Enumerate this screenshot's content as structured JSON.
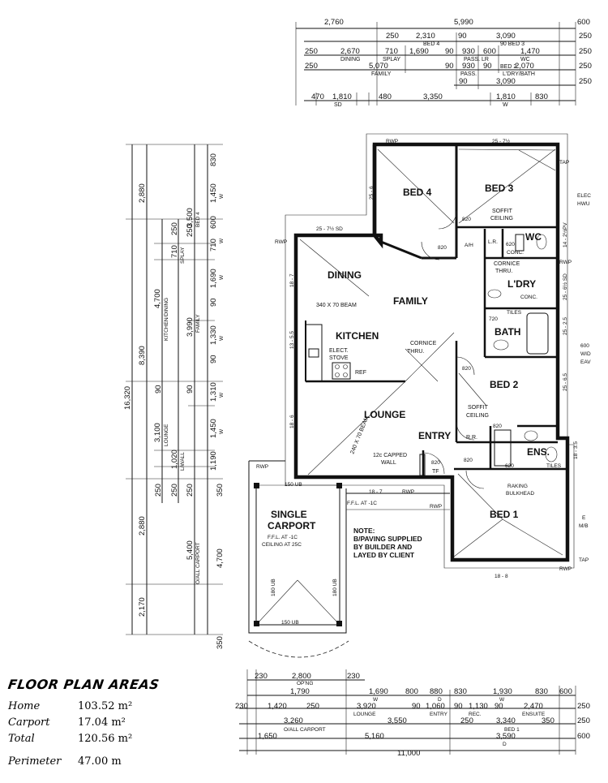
{
  "rooms": {
    "bed4": "BED 4",
    "bed3": "BED 3",
    "dining": "DINING",
    "family": "FAMILY",
    "kitchen": "KITCHEN",
    "lounge": "LOUNGE",
    "entry": "ENTRY",
    "bed2": "BED 2",
    "bath": "BATH",
    "ldry": "L'DRY",
    "wc": "WC",
    "ens": "ENS.",
    "bed1": "BED 1",
    "carport1": "SINGLE",
    "carport2": "CARPORT"
  },
  "labels": {
    "soffit1": "SOFFIT",
    "ceiling1": "CEILING",
    "soffit2": "SOFFIT",
    "ceiling2": "CEILING",
    "beam340": "340 X 70 BEAM",
    "beam240": "240 X 70 BEAM",
    "elect": "ELECT.",
    "stove": "STOVE",
    "ref": "REF",
    "cornice1": "CORNICE",
    "thru1": "THRU.",
    "cornice2": "CORNICE",
    "thru2": "THRU.",
    "capped1": "12c CAPPED",
    "capped2": "WALL",
    "tf": "TF",
    "rr": "R.R.",
    "tiles1": "TILES",
    "tiles2": "TILES",
    "lr": "L.R.",
    "ah": "A/H",
    "conc1": "CONC.",
    "conc2": "CONC.",
    "raking1": "RAKING",
    "raking2": "BULKHEAD",
    "ffl1": "F.F.L. AT -1C",
    "ffl2": "F.F.L. AT -1C",
    "ceiling25": "CEILING AT 25C",
    "ub150a": "150 UB",
    "ub150b": "150 UB",
    "ub180a": "180 UB",
    "ub180b": "180 UB",
    "note1": "NOTE:",
    "note2": "B/PAVING SUPPLIED",
    "note3": "BY BUILDER AND",
    "note4": "LAYED BY CLIENT",
    "tap1": "TAP",
    "tap2": "TAP",
    "elec": "ELEC",
    "hwu": "HWU",
    "wiz1": "600",
    "wiz2": "WID",
    "wiz3": "EAV",
    "mb1": "E",
    "mb2": "M/B"
  },
  "rwp": [
    "RWP",
    "RWP",
    "RWP",
    "RWP",
    "RWP",
    "RWP",
    "RWP"
  ],
  "doors": [
    "820",
    "820",
    "820",
    "720",
    "620",
    "620",
    "820",
    "820",
    "820",
    "820"
  ],
  "slopes": {
    "roof_top": "25 - 7½",
    "dining_top": "25 - 7½ SD",
    "bed4_side": "25 - 6",
    "dining_side": "18 - 7",
    "kitchen_side": "13 - 5.5",
    "lounge_side": "18 - 6",
    "r1": "14 - 2½PV",
    "r2": "25 - 6½ SD",
    "r3": "25 - 2.5",
    "r4": "25 - 6.5",
    "r5": "18 - 3.5",
    "lounge_bottom": "18 - 7",
    "bed1_bottom": "18 - 8"
  },
  "top_dims": {
    "row1": [
      "2,760",
      "5,990",
      "600"
    ],
    "row2": [
      "250",
      "2,310",
      "90",
      "3,090",
      "250"
    ],
    "row2_sub": [
      "BED 4",
      "90 BED 3"
    ],
    "row3": [
      "250",
      "2,670",
      "710",
      "1,690",
      "90",
      "930",
      "600",
      "1,470",
      "250"
    ],
    "row3_sub": [
      "DINING",
      "SPLAY",
      "LR"
    ],
    "row4": [
      "250",
      "5,070",
      "90",
      "930",
      "90",
      "2,070",
      "250"
    ],
    "row4_sub": [
      "FAMILY",
      "PASS.",
      "WC"
    ],
    "row5": [
      "90",
      "3,090",
      "250"
    ],
    "row5_sub": [
      "PASS.",
      "L'DRY/BATH",
      "BED 2"
    ],
    "row6": [
      "470",
      "1,810",
      "480",
      "3,350",
      "1,810",
      "830"
    ],
    "row6_sub": [
      "SD",
      "W"
    ]
  },
  "left_dims": {
    "overall": "16,320",
    "col1": [
      "2,880",
      "8,390",
      "2,880",
      "2,170"
    ],
    "col2": [
      "3,500",
      "4,700",
      "3,100",
      "1,020"
    ],
    "col2_sub": [
      "BED 4",
      "KITCHEN/DINING",
      "LOUNGE",
      "L/WALL"
    ],
    "col3": [
      "250",
      "710",
      "90",
      "250",
      "250"
    ],
    "col3_sub": [
      "SPLAY"
    ],
    "col4": [
      "250",
      "3,990",
      "90",
      "250",
      "5,400"
    ],
    "col4_sub": [
      "FAMILY",
      "O/ALL CARPORT"
    ],
    "col5": [
      "830",
      "1,450",
      "600",
      "710",
      "1,690",
      "90",
      "1,330",
      "90",
      "1,310",
      "1,450",
      "1,190",
      "350",
      "4,700",
      "350"
    ],
    "col5_sub": [
      "W",
      "W",
      "W",
      "W",
      "W",
      "W"
    ]
  },
  "bottom_dims": {
    "row1": [
      "230",
      "2,800",
      "230"
    ],
    "row1_sub": [
      "OP'NG"
    ],
    "row2": [
      "1,790",
      "1,690",
      "800",
      "880",
      "830",
      "1,930",
      "830",
      "600"
    ],
    "row2_sub": [
      "W",
      "D",
      "W"
    ],
    "row3": [
      "230",
      "1,420",
      "250",
      "3,920",
      "90",
      "1,060",
      "90",
      "1,130",
      "90",
      "2,470",
      "250"
    ],
    "row3_sub": [
      "LOUNGE",
      "ENTRY",
      "REC.",
      "ENSUITE"
    ],
    "row4": [
      "3,260",
      "3,550",
      "250",
      "3,340",
      "350",
      "250"
    ],
    "row4_sub": [
      "O/ALL CARPORT",
      "BED 1"
    ],
    "row5": [
      "1,650",
      "5,160",
      "3,590",
      "600"
    ],
    "row5_sub": [
      "D"
    ],
    "overall": "11,000"
  },
  "areas": {
    "title": "FLOOR PLAN AREAS",
    "rows": [
      {
        "label": "Home",
        "value": "103.52 m²"
      },
      {
        "label": "Carport",
        "value": "17.04 m²"
      },
      {
        "label": "Total",
        "value": "120.56 m²"
      },
      {
        "label": "Perimeter",
        "value": "47.00 m"
      }
    ]
  }
}
